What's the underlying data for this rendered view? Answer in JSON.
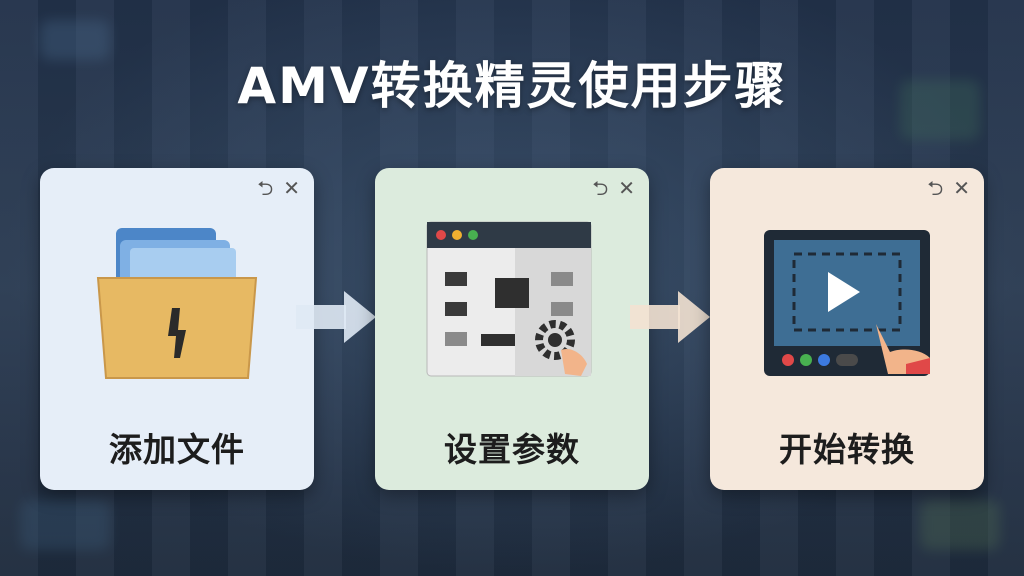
{
  "title": "AMV转换精灵使用步骤",
  "steps": [
    {
      "label": "添加文件",
      "icon": "folder-icon",
      "color": "#e6eef8"
    },
    {
      "label": "设置参数",
      "icon": "settings-panel-icon",
      "color": "#dcebdd"
    },
    {
      "label": "开始转换",
      "icon": "play-video-icon",
      "color": "#f5e8dc"
    }
  ],
  "window_controls": {
    "restore": "⮌",
    "close": "✕"
  }
}
